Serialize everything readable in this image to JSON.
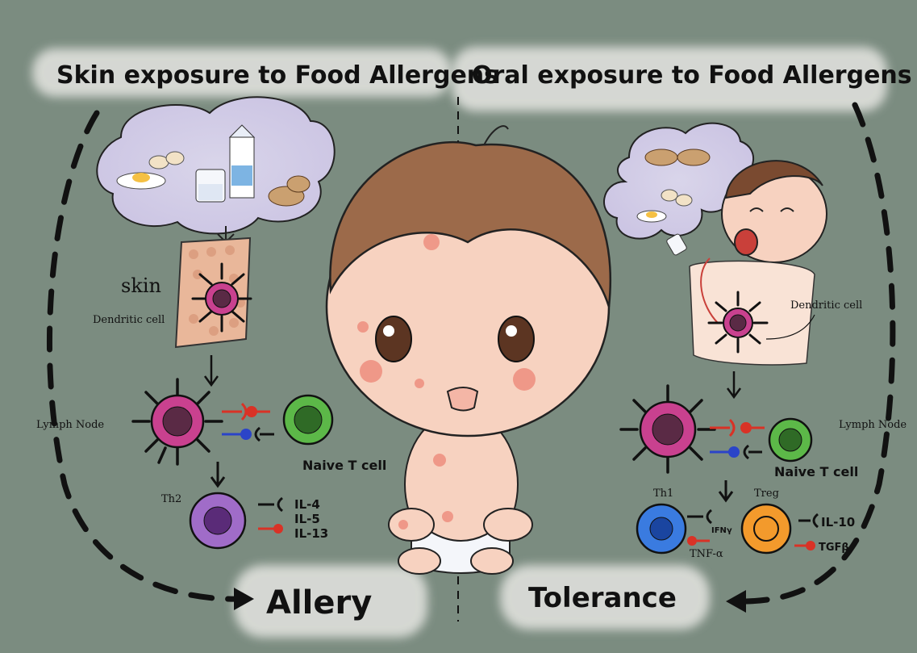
{
  "left_title": "Skin exposure to Food Allergens",
  "right_title": "Oral exposure to Food Allergens",
  "skin_label": "skin",
  "left_dendritic_label": "Dendritic cell",
  "right_dendritic_label": "Dendritic cell",
  "left_lymph_label": "Lymph Node",
  "right_lymph_label": "Lymph Node",
  "left_naive_label": "Naive T cell",
  "right_naive_label": "Naive T cell",
  "th2_label": "Th2",
  "th2_cytokines": [
    "IL-4",
    "IL-5",
    "IL-13"
  ],
  "th1_label": "Th1",
  "treg_label": "Treg",
  "ifny_label": "IFNγ",
  "tnfa_label": "TNF-α",
  "il10_label": "IL-10",
  "tgfb_label": "TGFβ",
  "allergy_label": "Allery",
  "tolerance_label": "Tolerance",
  "colors": {
    "background": "#7b8c80",
    "dendritic": "#c9418f",
    "naive_t": "#5cb848",
    "th2": "#a06cc8",
    "th1": "#3a7be0",
    "treg": "#f39a2c",
    "red_ligand": "#d93226",
    "blue_ligand": "#2b44c8",
    "skin": "#f7d2c0",
    "hair": "#9c6a4a"
  }
}
